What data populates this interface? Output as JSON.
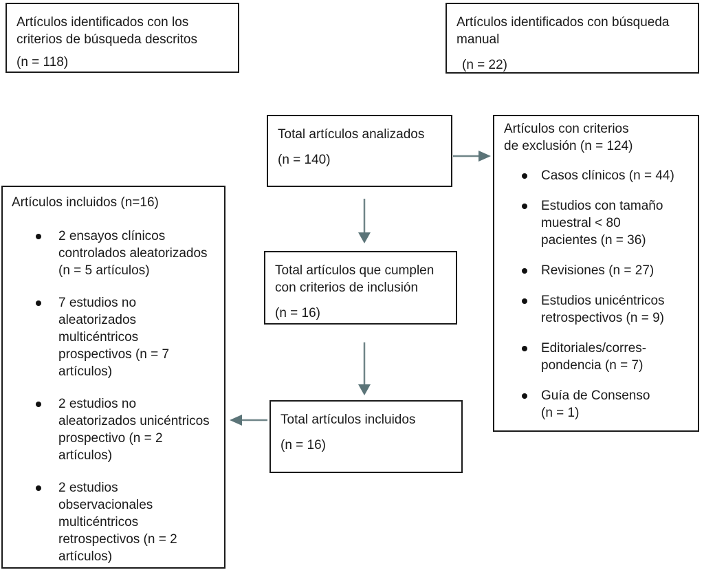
{
  "colors": {
    "arrow_shaft": "#6f8487",
    "arrow_head": "#5b7478",
    "border": "#1a1a1a",
    "text": "#1a1a1a"
  },
  "boxes": {
    "identified_search": {
      "title": "Artículos identificados con los\ncriterios de búsqueda descritos",
      "count": "(n = 118)"
    },
    "identified_manual": {
      "title": "Artículos identificados con búsqueda\nmanual",
      "count": "(n = 22)"
    },
    "analyzed": {
      "title": "Total artículos analizados",
      "count": "(n = 140)"
    },
    "exclusion": {
      "title": "Artículos con criterios\nde exclusión (n = 124)",
      "items": [
        "Casos clínicos (n = 44)",
        "Estudios con tamaño\nmuestral < 80\npacientes (n = 36)",
        "Revisiones (n = 27)",
        "Estudios unicéntricos\nretrospectivos (n = 9)",
        "Editoriales/corres-\npondencia (n = 7)",
        "Guía de Consenso\n(n = 1)"
      ]
    },
    "inclusion_criteria": {
      "title": "Total artículos que cumplen\ncon criterios de inclusión",
      "count": "(n = 16)"
    },
    "included_total": {
      "title": "Total artículos incluidos",
      "count": "(n = 16)"
    },
    "included_detail": {
      "title": "Artículos incluidos (n=16)",
      "items": [
        "2 ensayos clínicos\ncontrolados aleatorizados\n(n = 5 artículos)",
        "7 estudios no\naleatorizados\nmulticéntricos\nprospectivos (n = 7\nartículos)",
        "2 estudios no\naleatorizados unicéntricos\nprospectivo (n = 2\nartículos)",
        "2 estudios\nobservacionales\nmulticéntricos\nretrospectivos (n = 2\nartículos)"
      ]
    }
  }
}
